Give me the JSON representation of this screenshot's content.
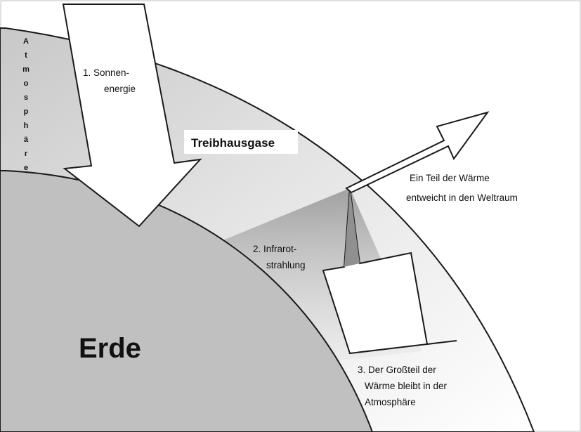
{
  "diagram": {
    "atmosphere_vertical_letters": [
      "A",
      "t",
      "m",
      "o",
      "s",
      "p",
      "h",
      "ä",
      "r",
      "e"
    ],
    "earth_label": "Erde",
    "greenhouse_label": "Treibhausgase",
    "step1": {
      "lines": [
        "1. Sonnen-",
        "energie"
      ]
    },
    "step2": {
      "lines": [
        "2. Infrarot-",
        "strahlung"
      ]
    },
    "step3": {
      "lines": [
        "3. Der Großteil der",
        "Wärme bleibt in der",
        "Atmosphäre"
      ]
    },
    "escape": {
      "lines": [
        "Ein Teil der Wärme",
        "entweicht in den Weltraum"
      ]
    },
    "colors": {
      "atmosphere": "#dcdcdc",
      "earth": "#c0c0c0",
      "infrared_beam": "#a8a8a8",
      "outline": "#1a1a1a",
      "arrow_fill": "#ffffff"
    }
  }
}
